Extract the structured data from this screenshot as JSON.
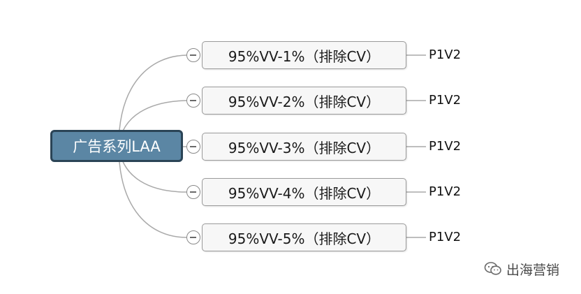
{
  "root": {
    "label": "广告系列LAA"
  },
  "branches": [
    {
      "label": "95%VV-1%（排除CV）",
      "child": "P1V2"
    },
    {
      "label": "95%VV-2%（排除CV）",
      "child": "P1V2"
    },
    {
      "label": "95%VV-3%（排除CV）",
      "child": "P1V2"
    },
    {
      "label": "95%VV-4%（排除CV）",
      "child": "P1V2"
    },
    {
      "label": "95%VV-5%（排除CV）",
      "child": "P1V2"
    }
  ],
  "watermark": {
    "text": "出海营销",
    "icon": "wechat-icon"
  },
  "colors": {
    "root_fill": "#5b86a4",
    "root_border": "#2b4456",
    "box_border": "#9a9a9a",
    "connector": "#a9a9a9"
  }
}
